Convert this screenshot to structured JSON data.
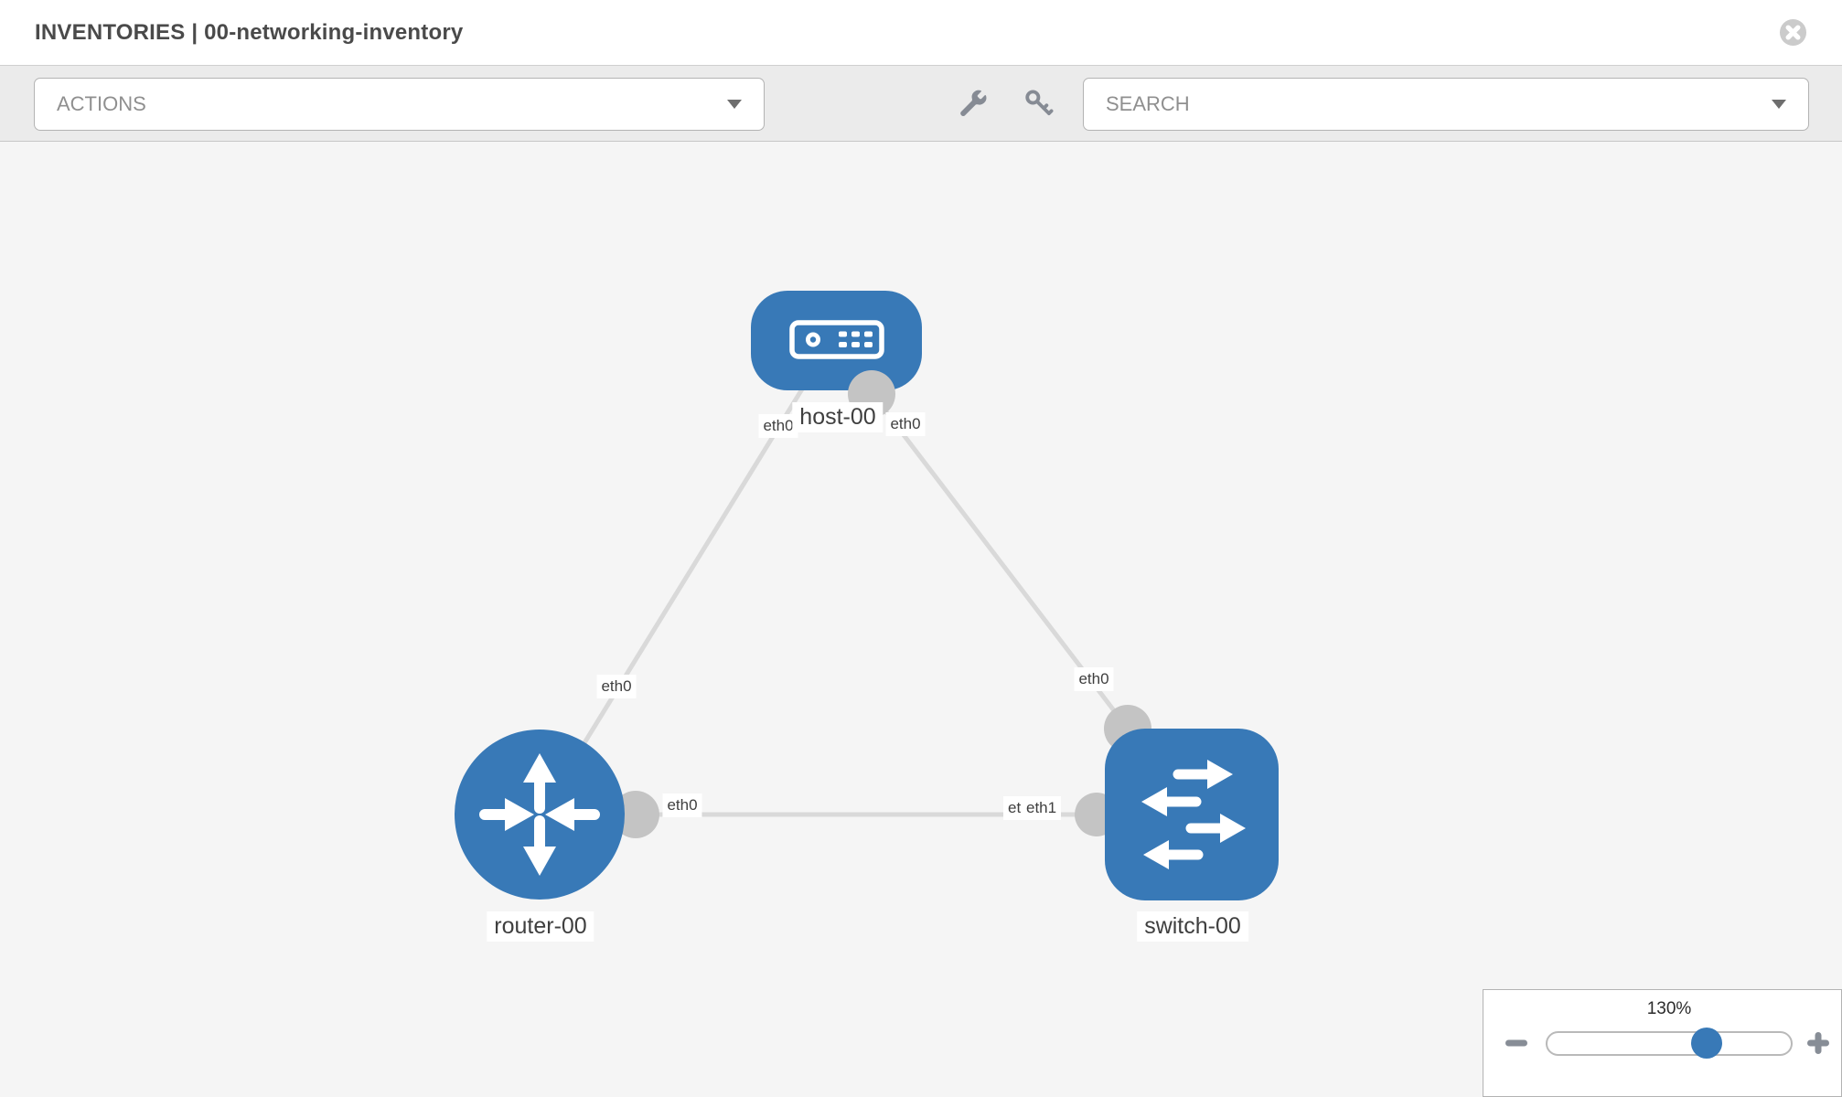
{
  "header": {
    "title": "INVENTORIES | 00-networking-inventory",
    "close_icon": "x-circle-icon"
  },
  "toolbar": {
    "actions_label": "ACTIONS",
    "search_placeholder": "SEARCH",
    "icons": [
      "wrench-icon",
      "key-icon"
    ]
  },
  "topology": {
    "nodes": [
      {
        "label": "host-00",
        "type": "host",
        "icon": "host-icon"
      },
      {
        "label": "router-00",
        "type": "router",
        "icon": "router-icon"
      },
      {
        "label": "switch-00",
        "type": "switch",
        "icon": "switch-icon"
      }
    ],
    "links": [
      {
        "from": "host-00",
        "from_if": "eth0",
        "to": "router-00",
        "to_if": "eth0"
      },
      {
        "from": "host-00",
        "from_if": "eth0",
        "to": "switch-00",
        "to_if": "eth0"
      },
      {
        "from": "router-00",
        "from_if": "eth0",
        "to": "switch-00",
        "to_if": "eth1",
        "to_if_overlapped": "eth0"
      }
    ],
    "colors": {
      "node_fill": "#3879b7",
      "link": "#d9d9d9",
      "endpoint": "#c4c4c4",
      "canvas_bg": "#f5f5f5"
    }
  },
  "zoom_control": {
    "level": "130%",
    "minus_icon": "minus-icon",
    "plus_icon": "plus-icon",
    "thumb_color": "#3879b7"
  }
}
